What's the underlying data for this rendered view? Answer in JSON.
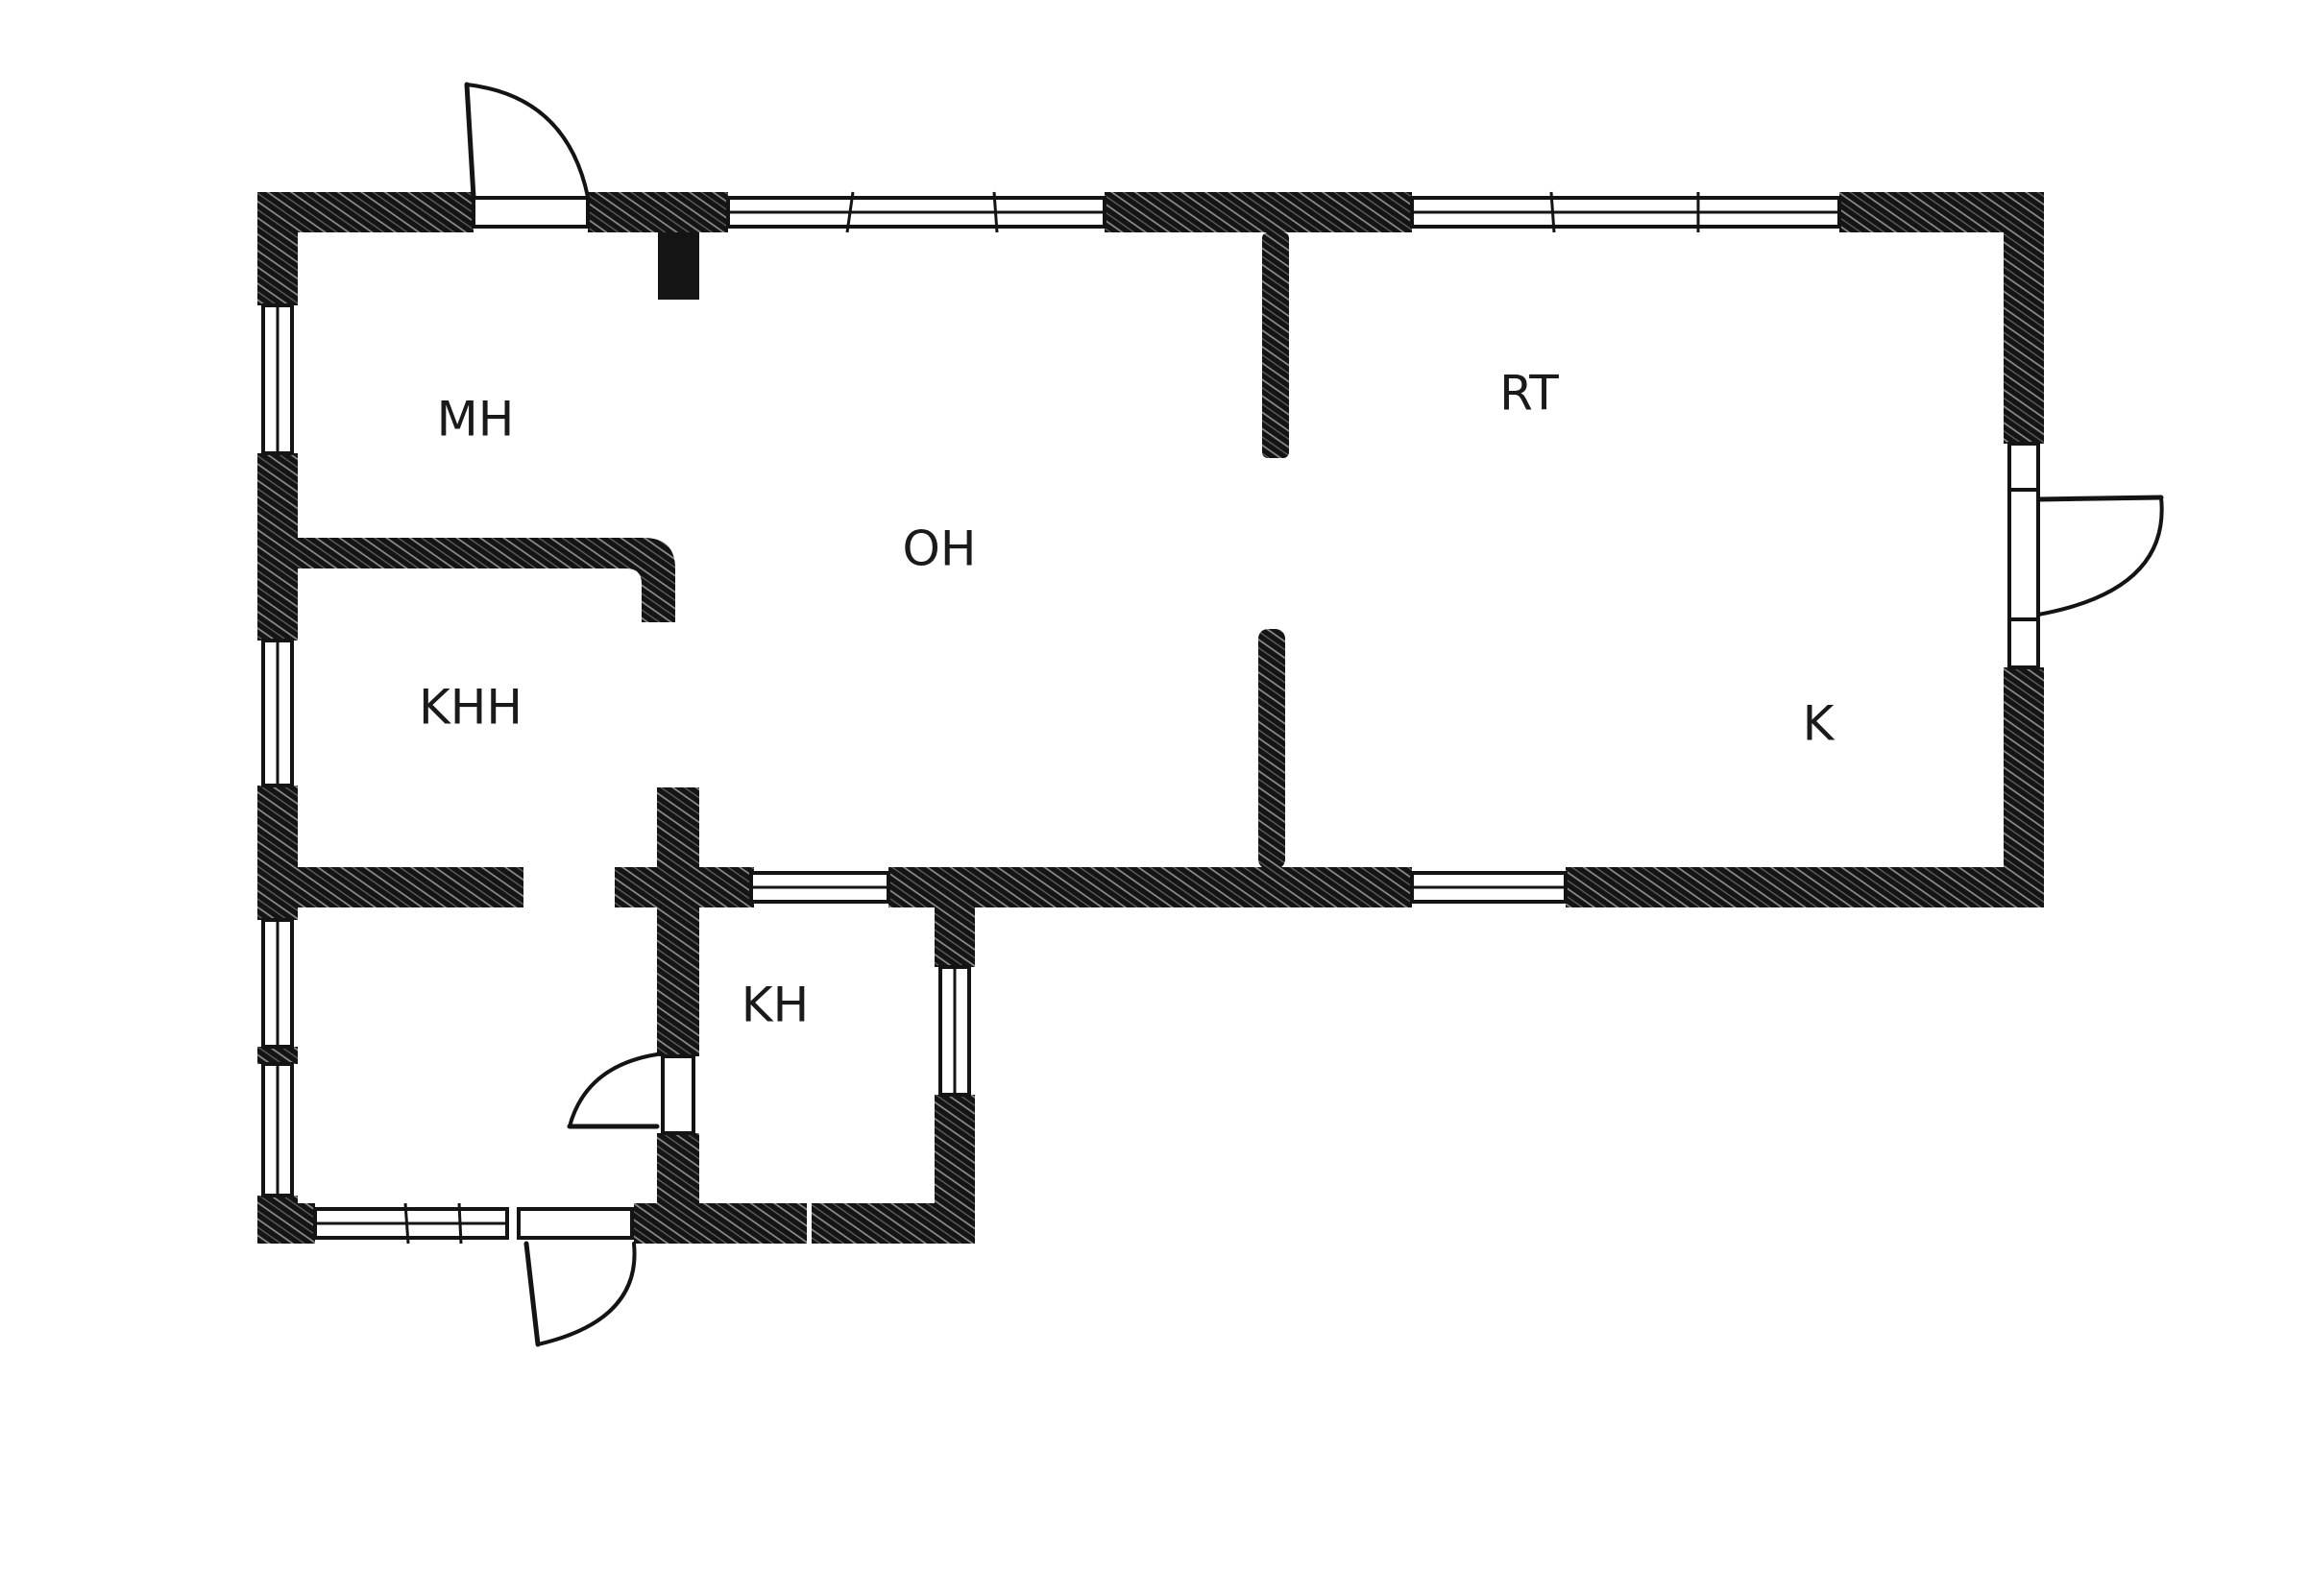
{
  "rooms": {
    "mh": "MH",
    "oh": "OH",
    "rt": "RT",
    "khh": "KHH",
    "k": "K",
    "kh": "KH"
  },
  "colors": {
    "ink": "#141414",
    "paper": "#ffffff"
  }
}
